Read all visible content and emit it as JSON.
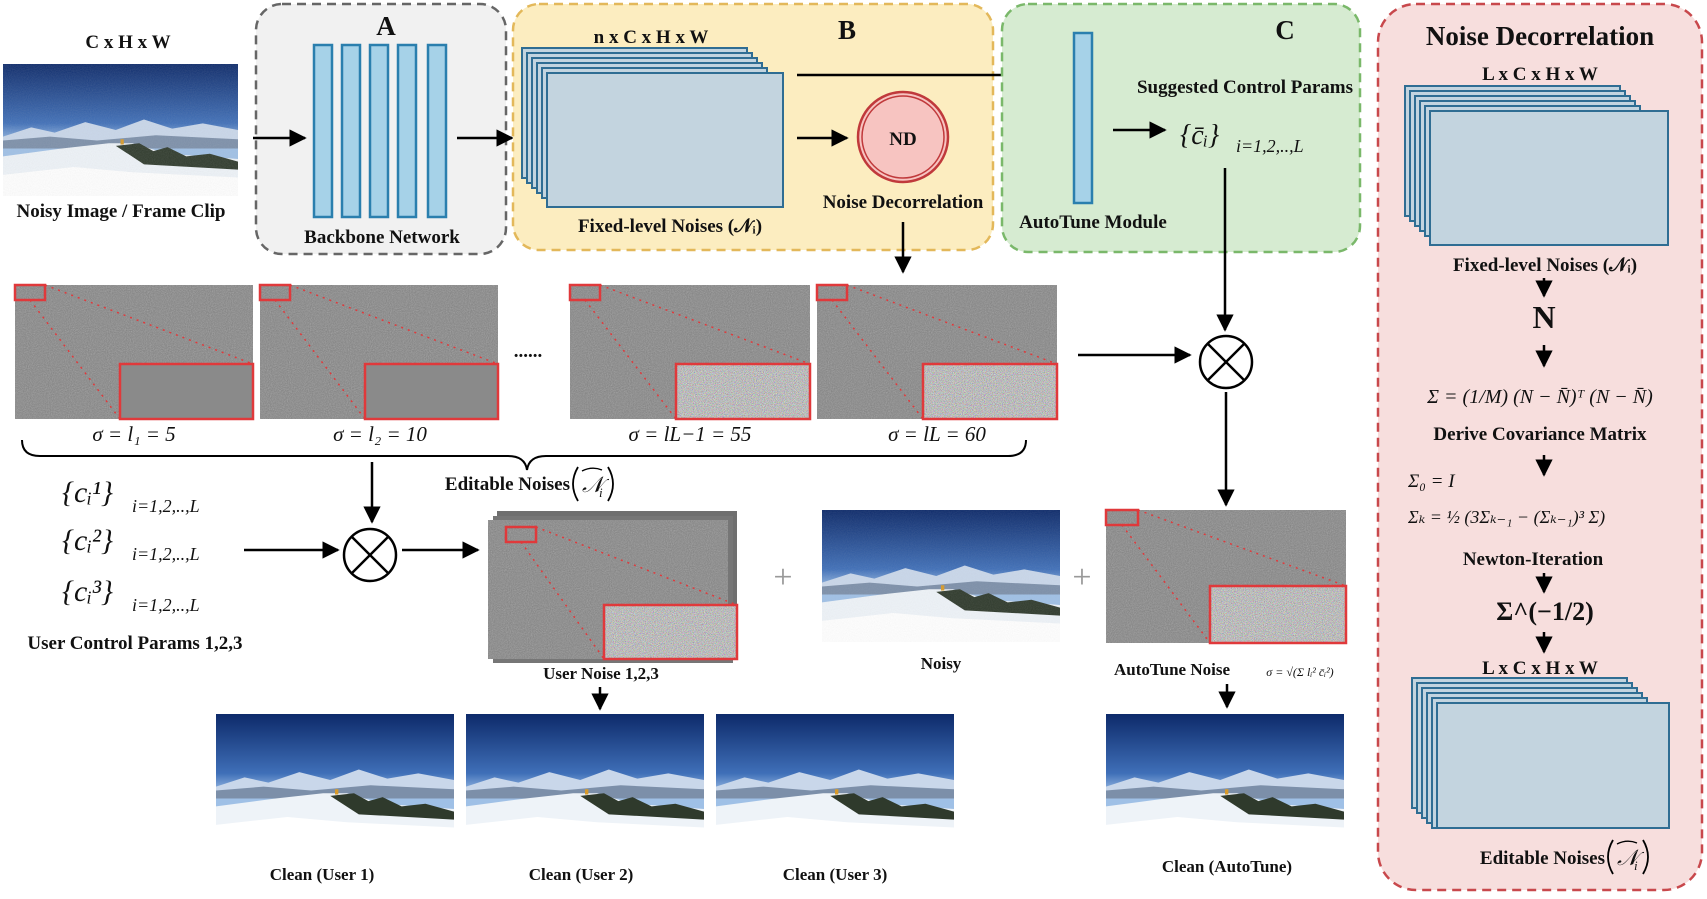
{
  "inputs": {
    "dims_top": "C x H x W",
    "noisy_caption": "Noisy Image / Frame Clip"
  },
  "module_a": {
    "letter": "A",
    "caption": "Backbone Network"
  },
  "module_b": {
    "letter": "B",
    "dims": "n x  C x H x W",
    "caption": "Fixed-level Noises (𝒩ᵢ)",
    "nd_label": "ND",
    "nd_caption": "Noise Decorrelation"
  },
  "module_c": {
    "letter": "C",
    "suggested": "Suggested Control Params",
    "params_set": "{c̄ᵢ}",
    "params_sub": "i=1,2,..,L",
    "caption": "AutoTune Module"
  },
  "editable": {
    "ellipsis": "......",
    "sigmas": [
      "σ = l₁ = 5",
      "σ = l₂ = 10",
      "σ = lL−1 = 55",
      "σ = lL = 60"
    ],
    "caption": "Editable Noises"
  },
  "user_params": {
    "set1": "{cᵢ¹}",
    "set2": "{cᵢ²}",
    "set3": "{cᵢ³}",
    "sub": "i=1,2,..,L",
    "caption": "User Control Params 1,2,3"
  },
  "outputs": {
    "user_noise": "User Noise 1,2,3",
    "noisy": "Noisy",
    "autotune_noise": "AutoTune Noise",
    "sigma_formula": "σ = √(Σ lᵢ² c̄ᵢ²)",
    "plus": "+",
    "clean": [
      "Clean (User 1)",
      "Clean (User 2)",
      "Clean (User 3)",
      "Clean (AutoTune)"
    ]
  },
  "panel": {
    "title": "Noise Decorrelation",
    "dims_top": "L x  C x H x W",
    "fixed_caption": "Fixed-level Noises (𝒩ᵢ)",
    "N": "N",
    "cov_formula": "Σ = (1/M) (N − N̄)ᵀ (N − N̄)",
    "cov_caption": "Derive Covariance Matrix",
    "iter0": "Σ₀ = I",
    "iterk": "Σₖ = ½ (3Σₖ₋₁ − (Σₖ₋₁)³ Σ)",
    "newton_caption": "Newton-Iteration",
    "result": "Σ^(−1/2)",
    "dims_bottom": "L x  C x H x W",
    "editable_caption": "Editable Noises"
  },
  "colors": {
    "module_a_bg": "#f1f1f1",
    "module_b_bg": "#fcedc0",
    "module_c_bg": "#d6ebd1",
    "panel_bg": "#f7dedd",
    "bar_fill": "#a6d2e8",
    "bar_stroke": "#2a7fae",
    "stack_fill": "#c3d4df",
    "stack_stroke": "#2f6d93",
    "highlight_red": "#e0393b",
    "nd_fill": "#f7c4c1"
  }
}
